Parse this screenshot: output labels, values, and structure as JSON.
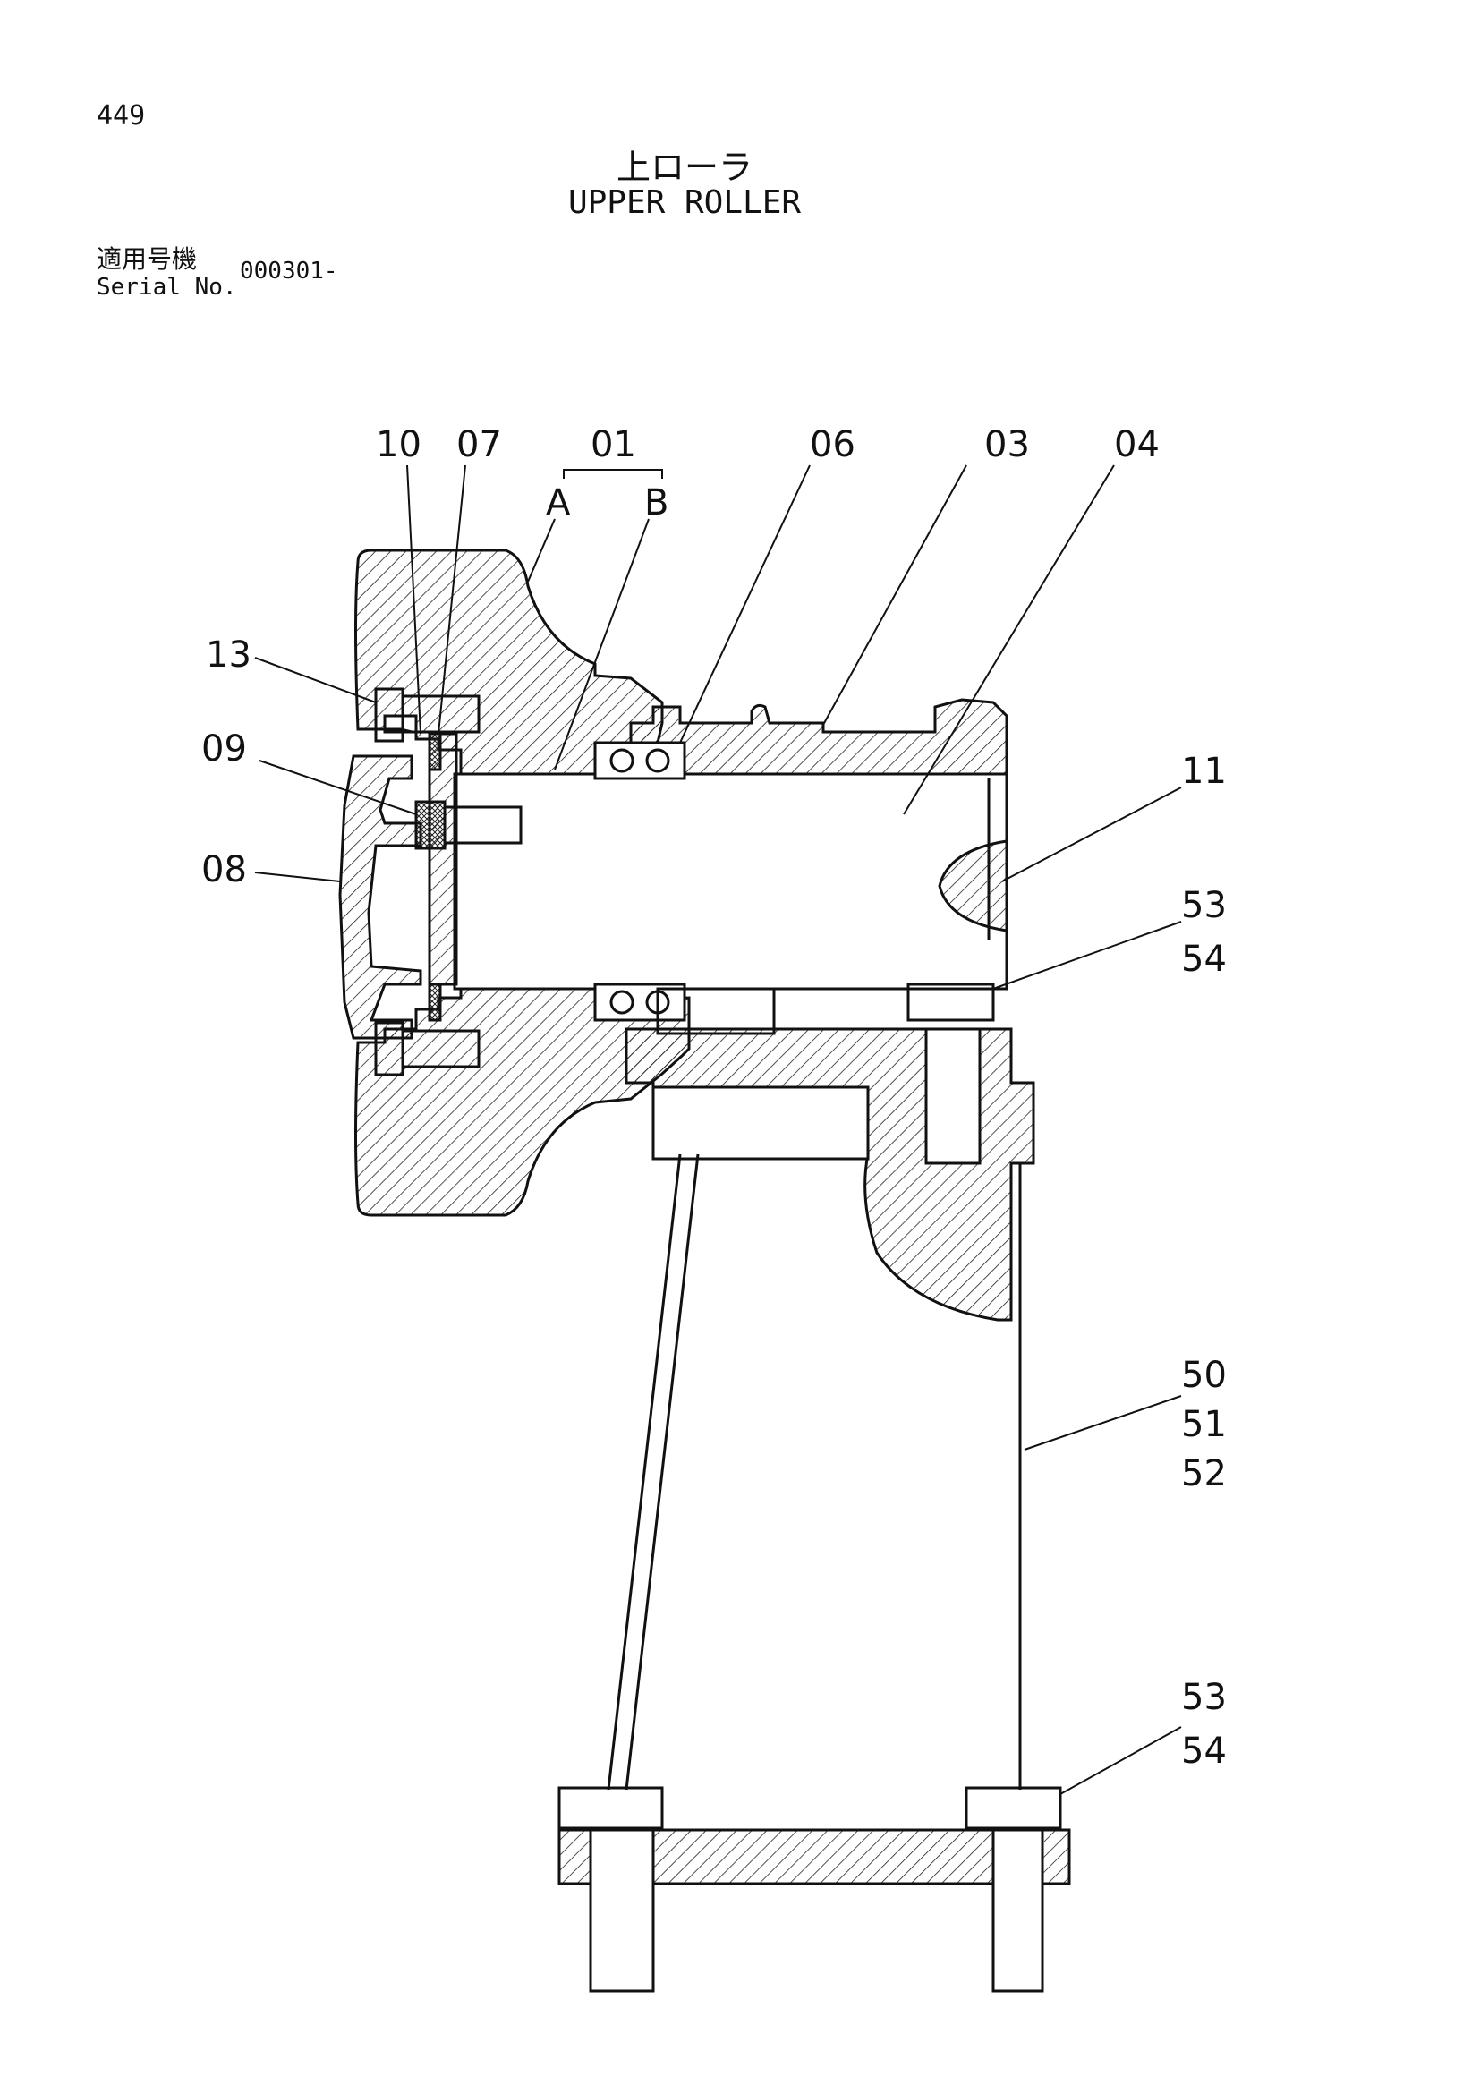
{
  "header": {
    "page_number": "449",
    "title_ja": "上ローラ",
    "title_en": "UPPER ROLLER",
    "serial_label_ja": "適用号機",
    "serial_label_en": "Serial No.",
    "serial_value": "000301-"
  },
  "callouts": {
    "c10": "10",
    "c07": "07",
    "c01": "01",
    "c01a": "A",
    "c01b": "B",
    "c06": "06",
    "c03": "03",
    "c04": "04",
    "c13": "13",
    "c09": "09",
    "c08": "08",
    "c11": "11",
    "c53a": "53",
    "c54a": "54",
    "c50": "50",
    "c51": "51",
    "c52": "52",
    "c53b": "53",
    "c54b": "54"
  }
}
